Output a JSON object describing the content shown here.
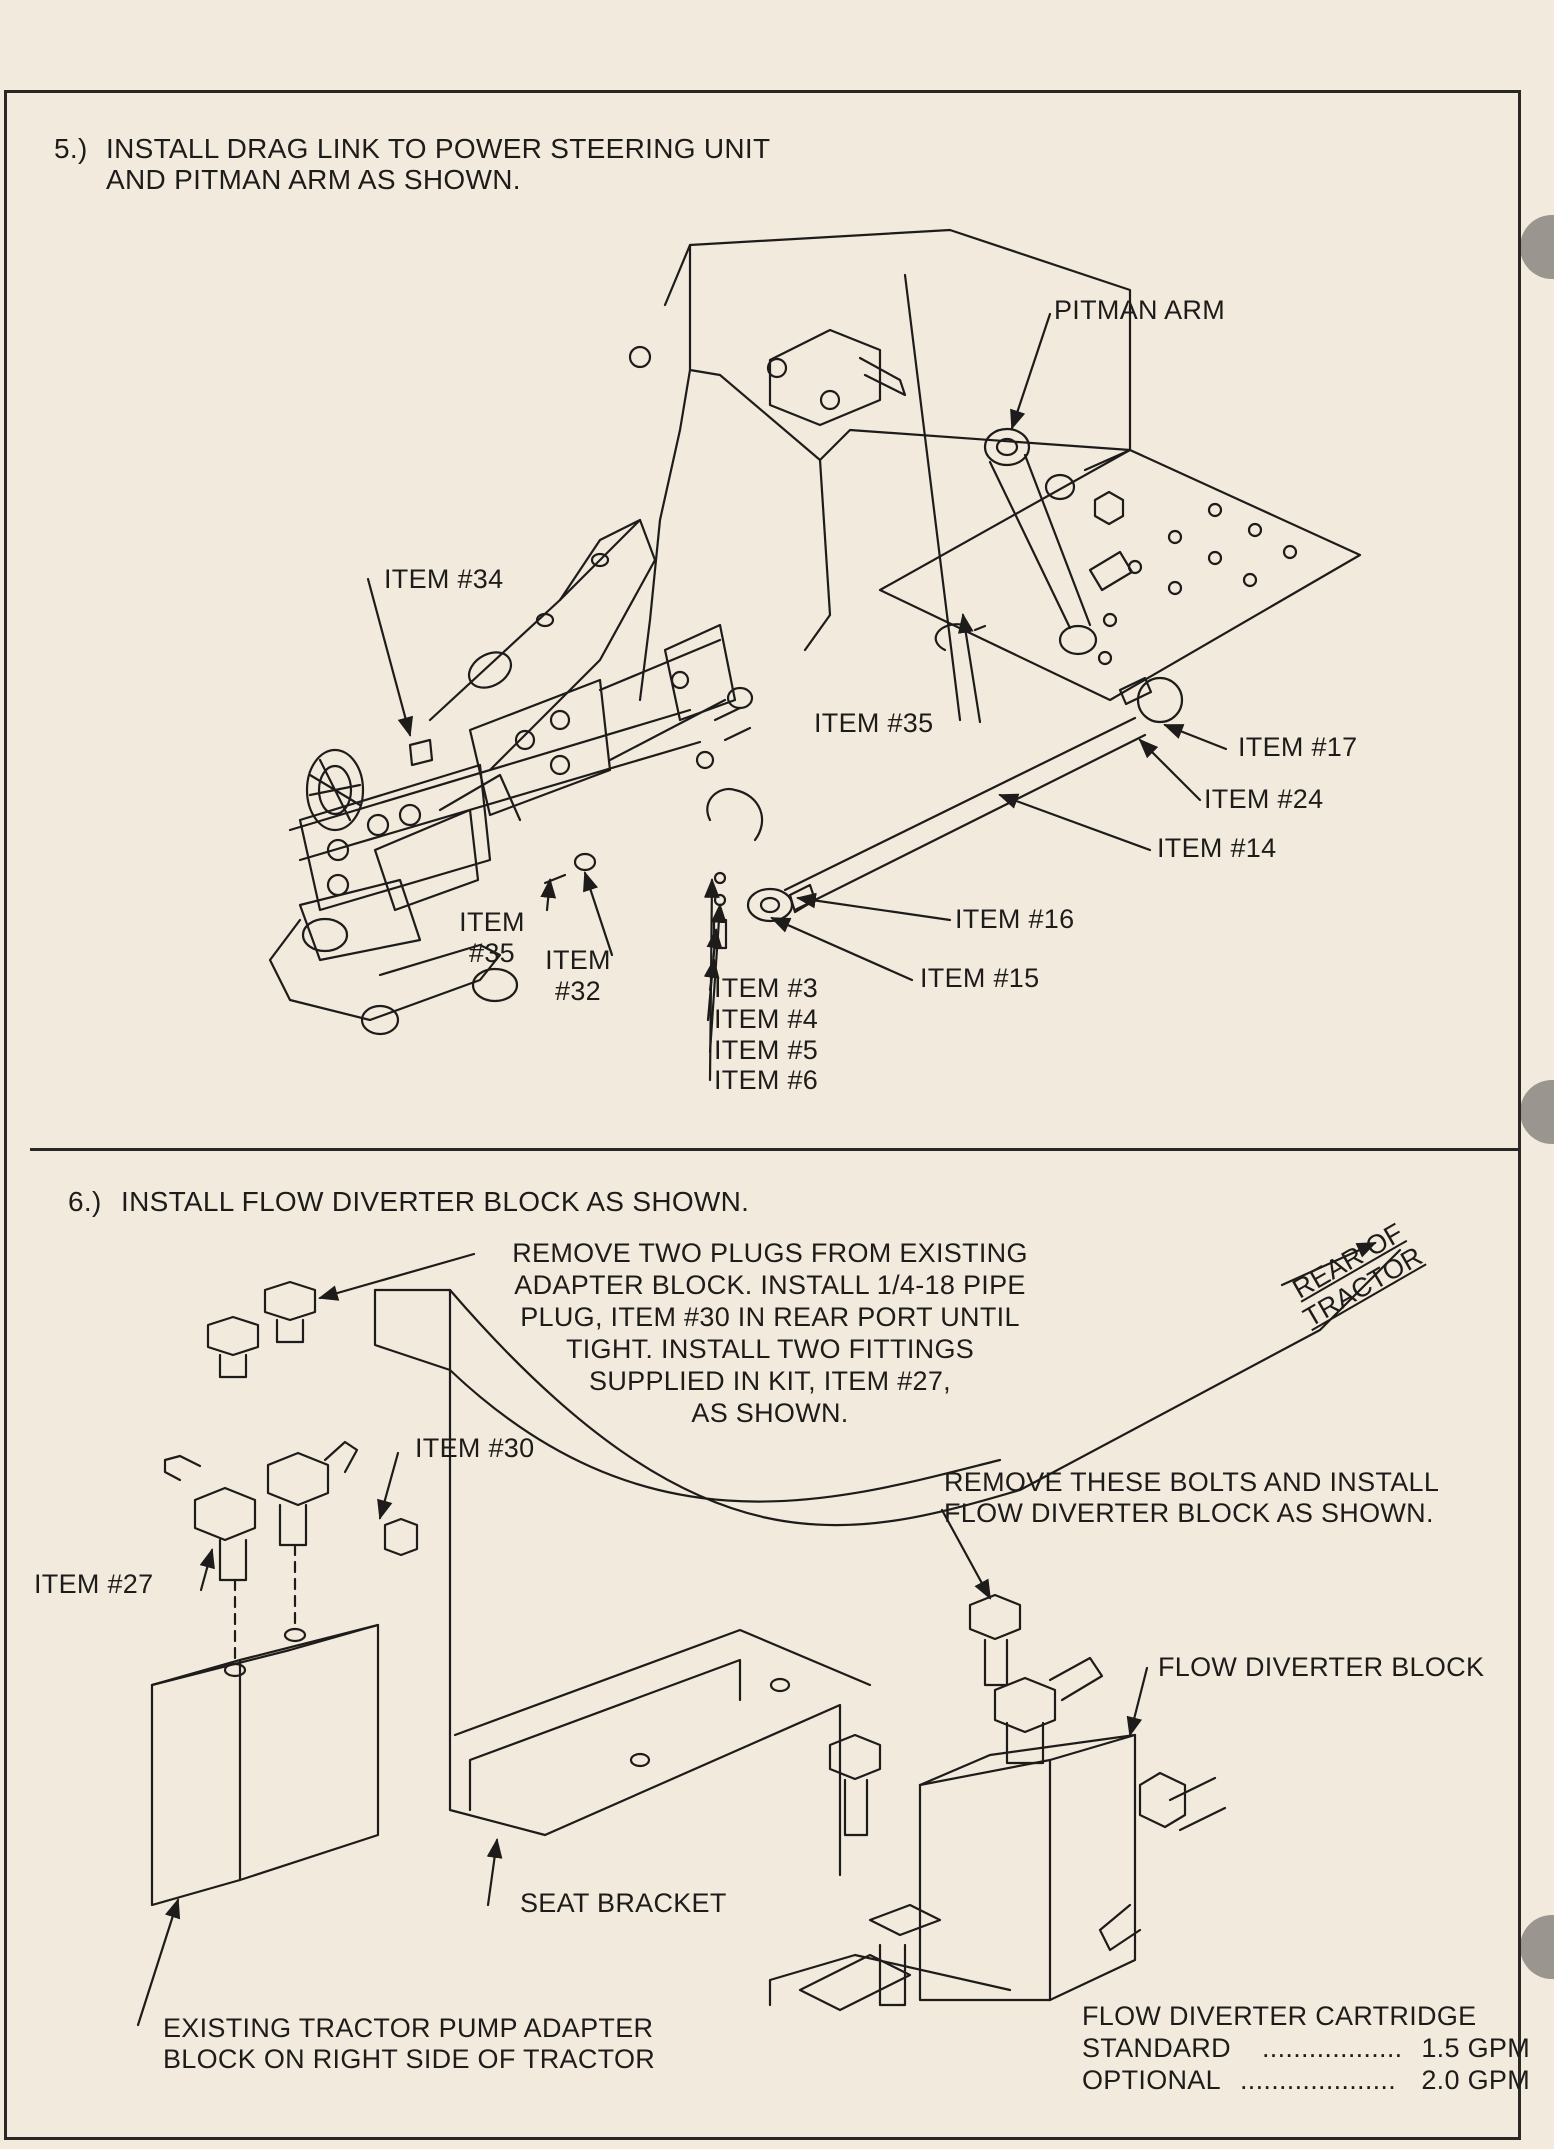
{
  "step5": {
    "number": "5.)",
    "text_line1": "INSTALL DRAG LINK TO POWER STEERING UNIT",
    "text_line2": "AND PITMAN ARM AS SHOWN."
  },
  "step5_labels": {
    "pitman_arm": "PITMAN ARM",
    "item34": "ITEM #34",
    "item35_upper": "ITEM #35",
    "item17": "ITEM #17",
    "item24": "ITEM #24",
    "item14": "ITEM #14",
    "item16": "ITEM #16",
    "item15": "ITEM #15",
    "item35_lower_line1": "ITEM",
    "item35_lower_line2": "#35",
    "item32_line1": "ITEM",
    "item32_line2": "#32",
    "item3": "ITEM #3",
    "item4": "ITEM #4",
    "item5": "ITEM #5",
    "item6": "ITEM #6"
  },
  "step6": {
    "number": "6.)",
    "text": "INSTALL FLOW DIVERTER BLOCK AS SHOWN."
  },
  "step6_labels": {
    "plugs_note": [
      "REMOVE TWO PLUGS FROM EXISTING",
      "ADAPTER BLOCK. INSTALL 1/4-18 PIPE",
      "PLUG, ITEM #30 IN REAR PORT UNTIL",
      "TIGHT. INSTALL TWO FITTINGS",
      "SUPPLIED IN KIT, ITEM #27,",
      "AS SHOWN."
    ],
    "rear_of_tractor_line1": "REAR OF",
    "rear_of_tractor_line2": "TRACTOR",
    "item30": "ITEM #30",
    "item27": "ITEM #27",
    "bolts_note_line1": "REMOVE THESE BOLTS AND INSTALL",
    "bolts_note_line2": "FLOW DIVERTER BLOCK AS SHOWN.",
    "flow_diverter_block": "FLOW DIVERTER BLOCK",
    "seat_bracket": "SEAT BRACKET",
    "pump_adapter_line1": "EXISTING TRACTOR PUMP ADAPTER",
    "pump_adapter_line2": "BLOCK ON RIGHT SIDE OF TRACTOR"
  },
  "cartridge_table": {
    "title": "FLOW DIVERTER CARTRIDGE",
    "rows": [
      {
        "label": "STANDARD",
        "dots": "..................",
        "value": "1.5 GPM"
      },
      {
        "label": "OPTIONAL",
        "dots": "....................",
        "value": "2.0 GPM"
      }
    ]
  },
  "colors": {
    "paper": "#f1eadd",
    "ink": "#1e1c1a",
    "punch_hole": "#9a958e"
  }
}
